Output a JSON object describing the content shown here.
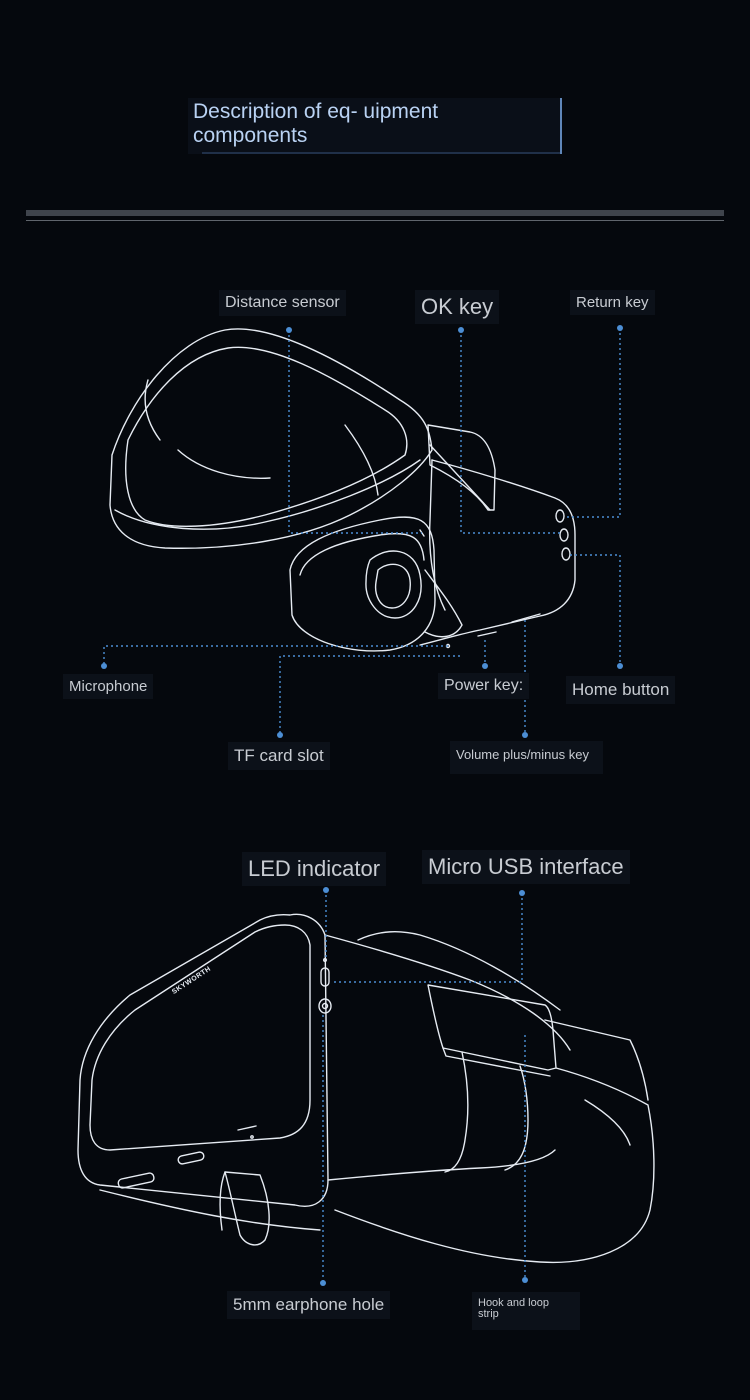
{
  "header": {
    "title": "Description of eq- uipment components"
  },
  "top_view": {
    "labels": {
      "distance_sensor": "Distance sensor",
      "ok_key": "OK key",
      "return_key": "Return key",
      "microphone": "Microphone",
      "power_key": "Power key:",
      "home_button": "Home button",
      "tf_card_slot": "TF card slot",
      "volume_key": "Volume plus/minus key"
    }
  },
  "bottom_view": {
    "brand": "SKYWORTH",
    "labels": {
      "led_indicator": "LED indicator",
      "micro_usb": "Micro USB interface",
      "earphone_hole": "5mm earphone hole",
      "hook_loop": "Hook and loop strip"
    }
  },
  "colors": {
    "background": "#05080d",
    "callout_line": "#4c8ed4",
    "drawing_line": "#e6ebf2",
    "title_text": "#b9d2f3",
    "label_text": "#c8ccd2"
  }
}
